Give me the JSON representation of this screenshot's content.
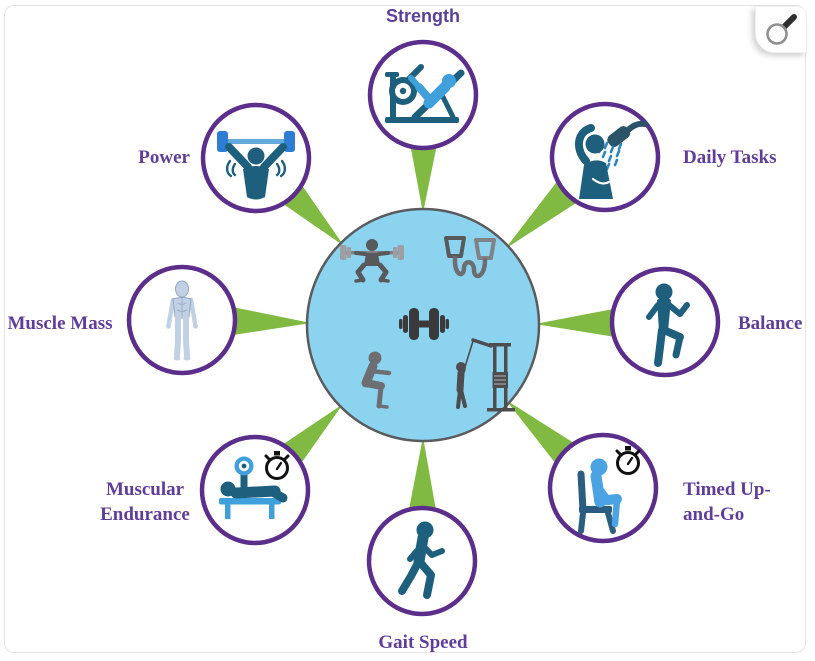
{
  "figure": {
    "hub": {
      "fill_color": "#8CD3F0",
      "border_color": "#5A5B5D",
      "icons": [
        "barbell-squat-icon",
        "resistance-band-icon",
        "dumbbell-icon",
        "bodyweight-squat-icon",
        "lat-pulldown-icon"
      ]
    },
    "nodes": [
      {
        "label": "Strength",
        "icon": "leg-press-icon",
        "position": "top"
      },
      {
        "label": "Daily Tasks",
        "icon": "shower-icon",
        "position": "top-right"
      },
      {
        "label": "Balance",
        "icon": "single-leg-balance-icon",
        "position": "right"
      },
      {
        "label": "Timed Up-and-Go",
        "icon": "chair-sit-stopwatch-icon",
        "position": "bottom-right"
      },
      {
        "label": "Gait Speed",
        "icon": "walking-icon",
        "position": "bottom"
      },
      {
        "label": "Muscular Endurance",
        "icon": "bench-press-stopwatch-icon",
        "position": "bottom-left"
      },
      {
        "label": "Muscle Mass",
        "icon": "anatomical-body-icon",
        "position": "left"
      },
      {
        "label": "Power",
        "icon": "overhead-barbell-icon",
        "position": "top-left"
      }
    ],
    "colors": {
      "spoke_green": "#80BA42",
      "ring_purple": "#5A2E8A",
      "label_purple": "#5F3D99",
      "hub_blue": "#8CD3F0",
      "icon_dark_teal": "#1E5F7E",
      "icon_light_blue": "#3FA0DB",
      "icon_bright_blue": "#2D7DD2",
      "stopwatch_black": "#111111"
    }
  },
  "viewer": {
    "zoom_button_icon": "magnifier-icon"
  }
}
